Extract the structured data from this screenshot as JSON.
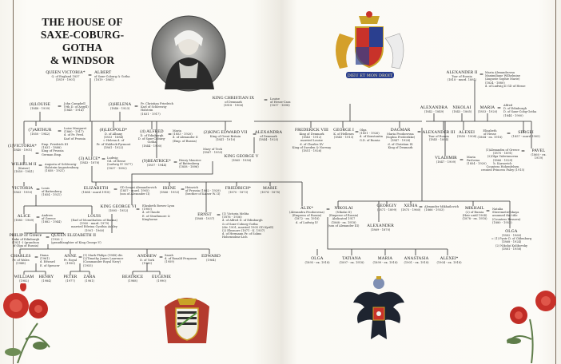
{
  "title": "THE HOUSE OF\nSAXE-COBURG-GOTHA\n& WINDSOR",
  "motto": "DIEU ET MON DROIT",
  "p": {
    "victoria": {
      "name": "QUEEN VICTORIA*",
      "info": "Q. of England 1837\n(1819 - 1901)"
    },
    "albert": {
      "name": "ALBERT",
      "info": "of Saxe-Coburg & Gotha\n(1819 - 1861)"
    },
    "louise": {
      "name": "(6)LOUISE",
      "info": "(1848 - 1939)"
    },
    "campbell": {
      "name": "",
      "info": "John Campbell\n(9th D. of Argyll)\n(1845 - 1914)"
    },
    "helena": {
      "name": "(3)HELENA",
      "info": "(1846 - 1923)"
    },
    "christian": {
      "name": "",
      "info": "Pr. Christian Friedrich\nKarl of Schleswig-\nHolstein\n(1831 - 1917)"
    },
    "arthur": {
      "name": "(7)ARTHUR",
      "info": "(1850 - 1942)"
    },
    "luise": {
      "name": "",
      "info": "Luise Margaret\n(1860 - 1917)\nd. of Pr. Fred.\nKarl of Prussia"
    },
    "vicky": {
      "name": "(1)VICTORIA*",
      "info": "(1840 - 1901)"
    },
    "friedrich3": {
      "name": "",
      "info": "Emp. Friedrich III\n(1831 - 1888)\nKing of Prussia\nGerman Emp."
    },
    "leopold": {
      "name": "(8)LEOPOLD*",
      "info": "D. of Albany\n(1853 - 1884)\n= Helena d. of\nPr. of Waldeck-Pyrmont\n(1861 - 1922)"
    },
    "alice": {
      "name": "(3) ALICE*",
      "info": "(1843 - 1878)"
    },
    "ludwig": {
      "name": "",
      "info": "Ludwig\nGd. of Hesse\n(Ludwig IV 1877)\n(1837 - 1892)"
    },
    "alfred": {
      "name": "(4) ALFRED",
      "info": "D. of Edinburgh\nD. of Saxe-Coburg-\nGotha\n(1844 - 1900)"
    },
    "maria_r": {
      "name": "",
      "info": "Maria\n(1853 - 1920)\nd. of Alexander II\n(Emp. of Russia)"
    },
    "beatrice": {
      "name": "(9)BEATRICE*",
      "info": "(1857 - 1944)"
    },
    "henry": {
      "name": "",
      "info": "Henry Maurice\nof Battenberg\n(1858 - 1896)"
    },
    "wilhelm": {
      "name": "WILHELM II",
      "info": "(Kaiser)\n(1859 - 1941)"
    },
    "augusta": {
      "name": "",
      "info": "Augusta of Schleswig-\nHolstein-Augustenburg\n(1858 - 1921)"
    },
    "christian9": {
      "name": "KING CHRISTIAN IX",
      "info": "of Denmark\n(1818 - 1906)"
    },
    "louise_hc": {
      "name": "",
      "info": "Louise\nof Hesse-Cass\n(1817 - 1898)"
    },
    "edward7": {
      "name": "(2)KING EDWARD VII",
      "info": "King of Great Britain\n(1841 - 1910)"
    },
    "alexandra_d": {
      "name": "ALEXANDRA",
      "info": "of Denmark\n(1844 - 1925)"
    },
    "mary_teck": {
      "name": "",
      "info": "Mary of Teck\n(1867 - 1953)"
    },
    "george5": {
      "name": "KING GEORGE V",
      "info": "(1865 - 1936)"
    },
    "victoria_h": {
      "name": "VICTORIA",
      "info": "(1863 - 1950)"
    },
    "louis_b": {
      "name": "",
      "info": "Louis\nof Battenberg\n(1854 - 1921)"
    },
    "elizabeth_h": {
      "name": "ELIZABETH",
      "info": "(1864 - murd.1918)"
    },
    "sergei_gd": {
      "name": "",
      "info": "GD Sergei Alexandrovich\n(1857 - murd. 1905)\n(son of Alexander II)"
    },
    "irene": {
      "name": "IRENE",
      "info": "(1866 - 1953)"
    },
    "heinrich": {
      "name": "",
      "info": "Heinrich\nof Prussia (1862 - 1929)\n(brother of Kaiser W. II)"
    },
    "friedrich_h": {
      "name": "FRIEDRICH*",
      "info": "(1870 - 1873)"
    },
    "marie_h": {
      "name": "MARIE",
      "info": "(1874 - 1878)"
    },
    "alice_g": {
      "name": "ALICE",
      "info": "(1885 - 1969)"
    },
    "andrew_g": {
      "name": "",
      "info": "Andrew\nof Greece\n(1882 - 1944)"
    },
    "louis_m": {
      "name": "LOUIS",
      "info": "(Earl of Mountbatten of Burma)\n(1900 - murd. 1979)\nmarried Edwina Cynthia Ashley\n(1901 - 1960)"
    },
    "george6": {
      "name": "KING GEORGE VI",
      "info": "(1895 - 1952)"
    },
    "bowes": {
      "name": "",
      "info": "Elizabeth Bowes-Lyon\n(1900)\nd. of Claude\nE. of Strathmore &\nKinghorne"
    },
    "ernst": {
      "name": "ERNST",
      "info": "(1868 - 1937)"
    },
    "ernst_w": {
      "name": "",
      "info": "(1) Victoria Melita\n(1876 - 1936)\nd. of Alfred D. of Edinburgh\n& of Saxe-Coburg-Gotha\n(div. 1901, married 1905 GD Kyrill)\n(2) Eleonore (1871 - K. 1937)\nd. of Hermann Pr. of Solms\nHohensolms-Lich"
    },
    "philip": {
      "name": "PHILIP of Greece",
      "info": "Duke of Edinburgh\n(1921 -) (grandson\nof Olga of Russia)"
    },
    "elizabeth2": {
      "name": "QUEEN ELIZABETH II",
      "info": "(1926 -)\n(granddaughter of King George V)"
    },
    "charles": {
      "name": "CHARLES",
      "info": "Pr. of Wales\n(1948)"
    },
    "diana": {
      "name": "",
      "info": "Diana\n(1961)\nd. Edward\nE. of Spencer"
    },
    "anne": {
      "name": "ANNE",
      "info": "Pr. Royal\n(1950)"
    },
    "anne_h": {
      "name": "",
      "info": "(1) Mark Philips (1948) div.\n(2)Timothy James Laurence\n(Commander Royal Navy)\n(1955)"
    },
    "andrew": {
      "name": "ANDREW",
      "info": "D. of York\n(1960)"
    },
    "sarah": {
      "name": "",
      "info": "Sarah\nd. of Ronald Ferguson\n(1959)"
    },
    "edward": {
      "name": "EDWARD",
      "info": "(1964)"
    },
    "william": {
      "name": "WILLIAM",
      "info": "(1982)"
    },
    "henry_w": {
      "name": "HENRY",
      "info": "(1984)"
    },
    "peter": {
      "name": "PETER",
      "info": "(1977)"
    },
    "zara": {
      "name": "ZARA",
      "info": "(1981)"
    },
    "beatrice_y": {
      "name": "BEATRICE",
      "info": "(1988)"
    },
    "eugenie": {
      "name": "EUGENIE",
      "info": "(1990)"
    },
    "frederick8": {
      "name": "FREDERICK VIII",
      "info": "King of Denmark\n(1843 - 1912)\nmarried Louise\nd. of Charles XV\nKing of Sweden & Norway\n(1851 - 1926)"
    },
    "george1": {
      "name": "GEORGE I",
      "info": "K. of Hellenes\n(1845 - 1913)"
    },
    "olga_k": {
      "name": "",
      "info": "Olga\n(1851 - 1926)\nd. of Konstantin\nG.D. of Russia"
    },
    "dagmar": {
      "name": "DAGMAR",
      "info": "Maria Feodorovna\n(Sophia Frederikke)\n(1847 - 1928)\nd. of Christian IX\nKing of Denmark"
    },
    "alexander3": {
      "name": "ALEXANDER III",
      "info": "Tsar of Russia\n(1845 - 1894)"
    },
    "alexander2": {
      "name": "ALEXANDER II",
      "info": "Tsar of Russia\n(1818 - murd. 1881)"
    },
    "maria_a": {
      "name": "",
      "info": "Maria Alexandrovna\nMaximiliane Wilhelmine\n(Auguste Sophie Marie)\n(1824 - 1880)\nd. of Ludwig II GD of Hesse"
    },
    "alexandra_r": {
      "name": "ALEXANDRA",
      "info": "(1842 - 1849)"
    },
    "nikolai_r": {
      "name": "NIKOLAI",
      "info": "(1843 - 1865)"
    },
    "maria_r2": {
      "name": "MARIA",
      "info": "(1853 - 1920)"
    },
    "alfred_r": {
      "name": "",
      "info": "Alfred\nD. of Edinburgh\nD. of Saxe-Cobg-Gotha\n(1844 - 1900)"
    },
    "alexei_r": {
      "name": "ALEXEI",
      "info": "(1850 - 1908)"
    },
    "elizabeth_r": {
      "name": "",
      "info": "Elizabeth\nof Hesse\n(1864 - ex. 1918)"
    },
    "sergei": {
      "name": "SERGEI",
      "info": "(1857 - murd.1905)"
    },
    "vladimir": {
      "name": "VLADIMIR",
      "info": "(1847 - 1909)"
    },
    "maria_p": {
      "name": "",
      "info": "Maria\nPavlovna\n(1854 - 1920)"
    },
    "pavel_w": {
      "name": "",
      "info": "(1)Alexandra of Greece\n(1870 - 1891)\n(2)Olga Valerianovna\n(1866 - 1929)\nb. Karnovich\nCountess Hohenfelsen\ncreated Princess Paley (1915)"
    },
    "pavel": {
      "name": "PAVEL",
      "info": "(1860 - ex. 1919)"
    },
    "alix": {
      "name": "ALIX*",
      "info": "(Alexandra Feodorovna)\n(Empress of Russia)\n(1872 - ex. 1918)\nd. of Ludwig IV"
    },
    "nikolai2": {
      "name": "NIKOLAI",
      "info": "(Nikolai II)\n(Emperor of Russia)\nAbdicated 1917\n(1868 - ex. 1918)\n(son of Alexander III)"
    },
    "alexander_c": {
      "name": "ALEXANDER",
      "info": "(1869 - 1870)"
    },
    "georgiy": {
      "name": "GEORGIY",
      "info": "(1871 - 1899)"
    },
    "xenia": {
      "name": "XENIA",
      "info": "(1875 - 1960)"
    },
    "alex_m": {
      "name": "",
      "info": "Alexander Mikhailovich\n(1866 - 1933)"
    },
    "mikhail": {
      "name": "MIKHAIL",
      "info": "(2) of Russia\n(Heir until 1904)\n(1878 - ex. 1918)"
    },
    "natalia": {
      "name": "",
      "info": "Natalia\nSheremetievskaya\nassumed the title\n(Countess Brasova)\n(1880 - 1952)"
    },
    "olga_a": {
      "name": "OLGA",
      "info": "(1882 - 1960)\n= (1) Pyotr D. of Oldenburg\n(1868 - 1924)\n(2) Nikolai Kulikovsky\n(1881 - 1958)"
    },
    "olga_n": {
      "name": "OLGA",
      "info": "(1895 - ex. 1918)"
    },
    "tatiana": {
      "name": "TATIANA",
      "info": "(1897 - ex. 1918)"
    },
    "maria_n": {
      "name": "MARIA",
      "info": "(1899 - ex. 1918)"
    },
    "anastasia": {
      "name": "ANASTASIA",
      "info": "(1901 - ex. 1918)"
    },
    "alexei_n": {
      "name": "ALEXEI*",
      "info": "(1904 - ex. 1918)"
    }
  },
  "colors": {
    "ink": "#222222",
    "rose": "#c8322a",
    "leaf": "#5f7d4a",
    "gold": "#c9a227",
    "royal_blue": "#2a3f8f"
  }
}
